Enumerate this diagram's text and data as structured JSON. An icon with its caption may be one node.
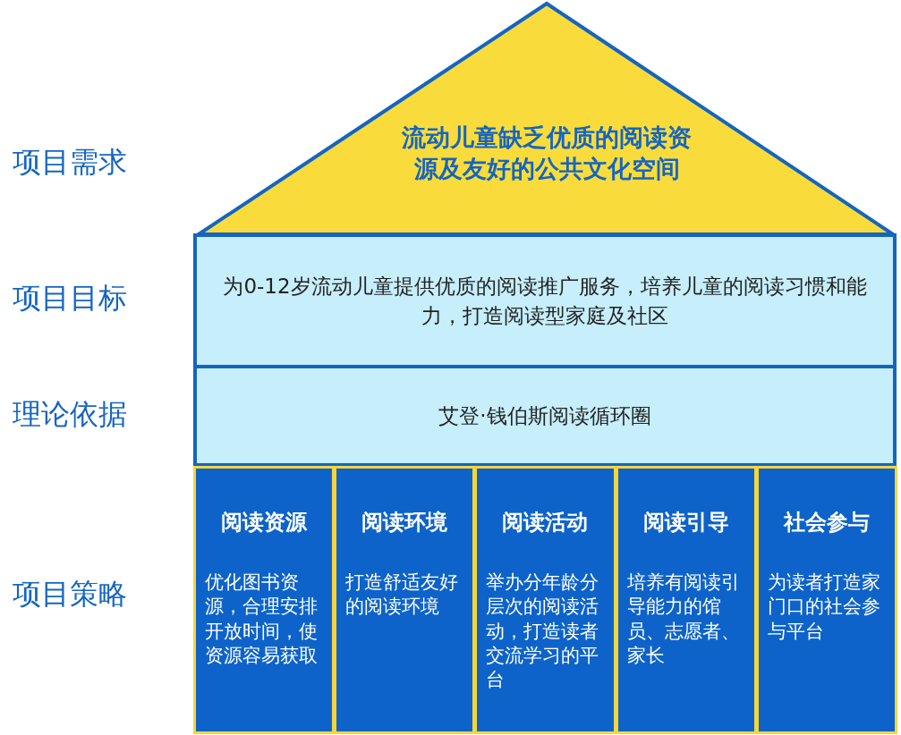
{
  "diagram": {
    "nodes": [
      {
        "text": [
          "流动儿童缺乏优质的阅读资源及友好的公共文化空间"
        ]
      },
      {
        "text": [
          "为0-12岁流动儿童提供优质的阅读推广服务，培养儿童的阅读习惯和能力，打造阅读型家庭及社区"
        ]
      },
      {
        "text": [
          "艾登·钱伯斯阅读循环圈"
        ]
      },
      {
        "text": [
          "阅读资源",
          "优化图书资源，合理安排开放时间，使资源容易获取"
        ]
      },
      {
        "text": [
          "阅读环境",
          "打造舒适友好的阅读环境"
        ]
      },
      {
        "text": [
          "阅读活动",
          "举办分年龄分层次的阅读活动，打造读者交流学习的平台"
        ]
      },
      {
        "text": [
          "阅读引导",
          "培养有阅读引导能力的馆员、志愿者、家长"
        ]
      },
      {
        "text": [
          "社会参与",
          "为读者打造家门口的社会参与平台"
        ]
      }
    ],
    "edges": [],
    "labels": [
      "项目需求",
      "项目目标",
      "理论依据",
      "项目策略"
    ]
  }
}
